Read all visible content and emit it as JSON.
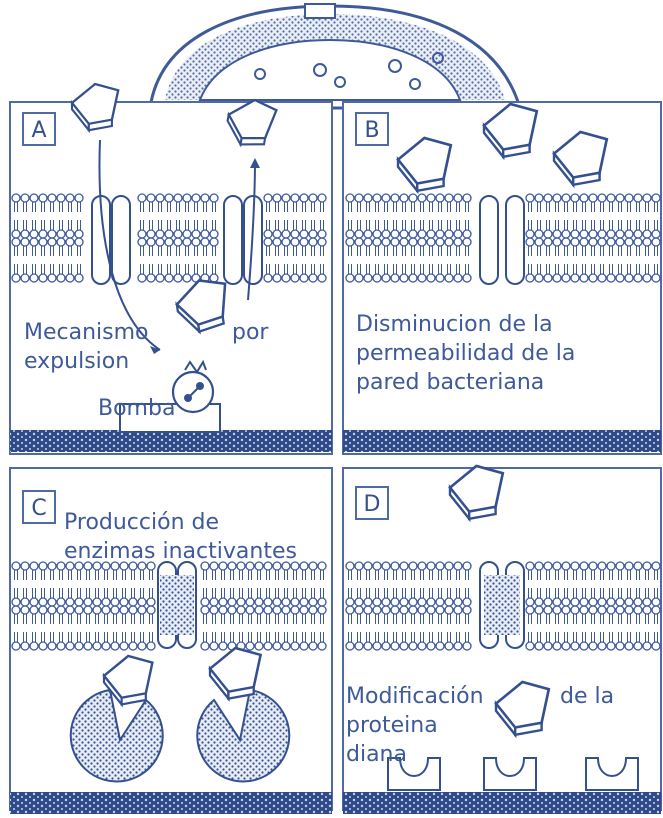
{
  "panels": {
    "a": {
      "letter": "A",
      "text_left": "Mecanismo\nexpulsion",
      "text_por": "por",
      "text_bomba": "Bomba"
    },
    "b": {
      "letter": "B",
      "text": "Disminucion de la\npermeabilidad de la\npared bacteriana"
    },
    "c": {
      "letter": "C",
      "text": "Producción de\nenzimas inactivantes"
    },
    "d": {
      "letter": "D",
      "text_left": "Modificación\nproteina\ndiana",
      "text_right": "de la"
    }
  },
  "colors": {
    "ink": "#3e5a98",
    "line": "#4f6aa6",
    "dots": "#5b72a8",
    "fill_dark": "#34508e"
  }
}
